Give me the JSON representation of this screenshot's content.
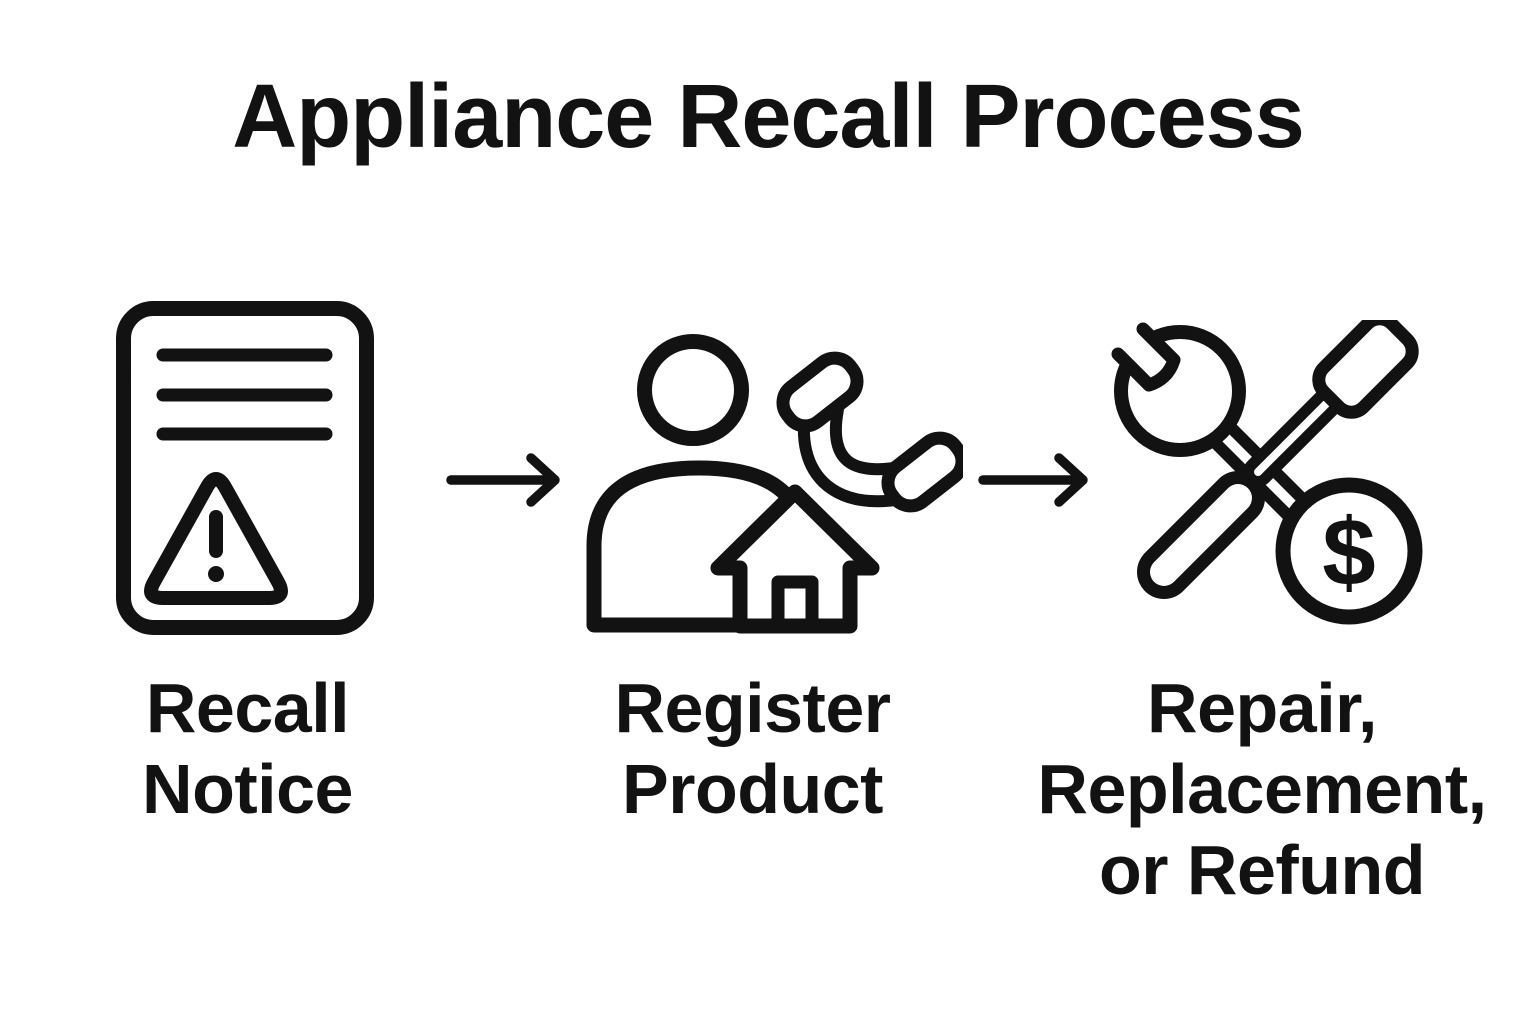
{
  "page": {
    "background_color": "#ffffff",
    "ink_color": "#121212",
    "kind": "process-flow-diagram"
  },
  "title": "Appliance Recall Process",
  "steps": [
    {
      "label": "Recall\nNotice",
      "icon": "recall-notice-document-warning-icon"
    },
    {
      "label": "Register\nProduct",
      "icon": "register-product-person-phone-house-icon"
    },
    {
      "label": "Repair,\nReplacement,\nor Refund",
      "icon": "repair-tools-dollar-icon",
      "dollar_symbol": "$"
    }
  ],
  "connectors": [
    {
      "icon": "arrow-right-icon"
    },
    {
      "icon": "arrow-right-icon"
    }
  ]
}
